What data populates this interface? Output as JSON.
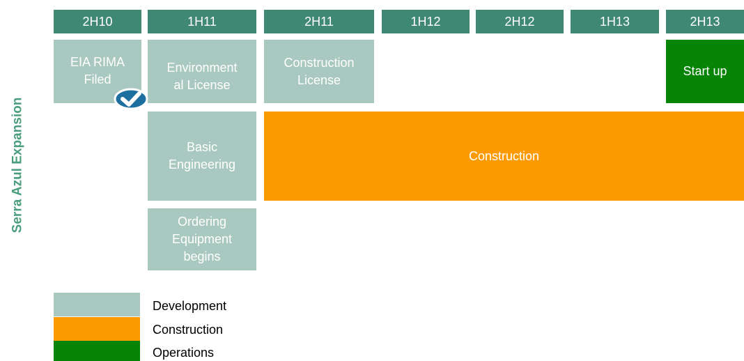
{
  "title": "Serra Azul Expansion",
  "periods": [
    "2H10",
    "1H11",
    "2H11",
    "1H12",
    "2H12",
    "1H13",
    "2H13"
  ],
  "milestones": {
    "eia": "EIA RIMA Filed",
    "env_license_line1": "Environment",
    "env_license_line2": "al License",
    "construction_license": "Construction License",
    "start_up": "Start up",
    "basic_engineering": "Basic Engineering",
    "construction": "Construction",
    "ordering_equipment": "Ordering Equipment begins"
  },
  "legend": {
    "development": "Development",
    "construction": "Construction",
    "operations": "Operations"
  },
  "colors": {
    "header": "#3f8874",
    "development": "#a9c8c0",
    "construction": "#fd9a00",
    "operations": "#068406",
    "title": "#4a9e7d"
  },
  "icons": {
    "completed": "checkmark-badge-icon"
  }
}
